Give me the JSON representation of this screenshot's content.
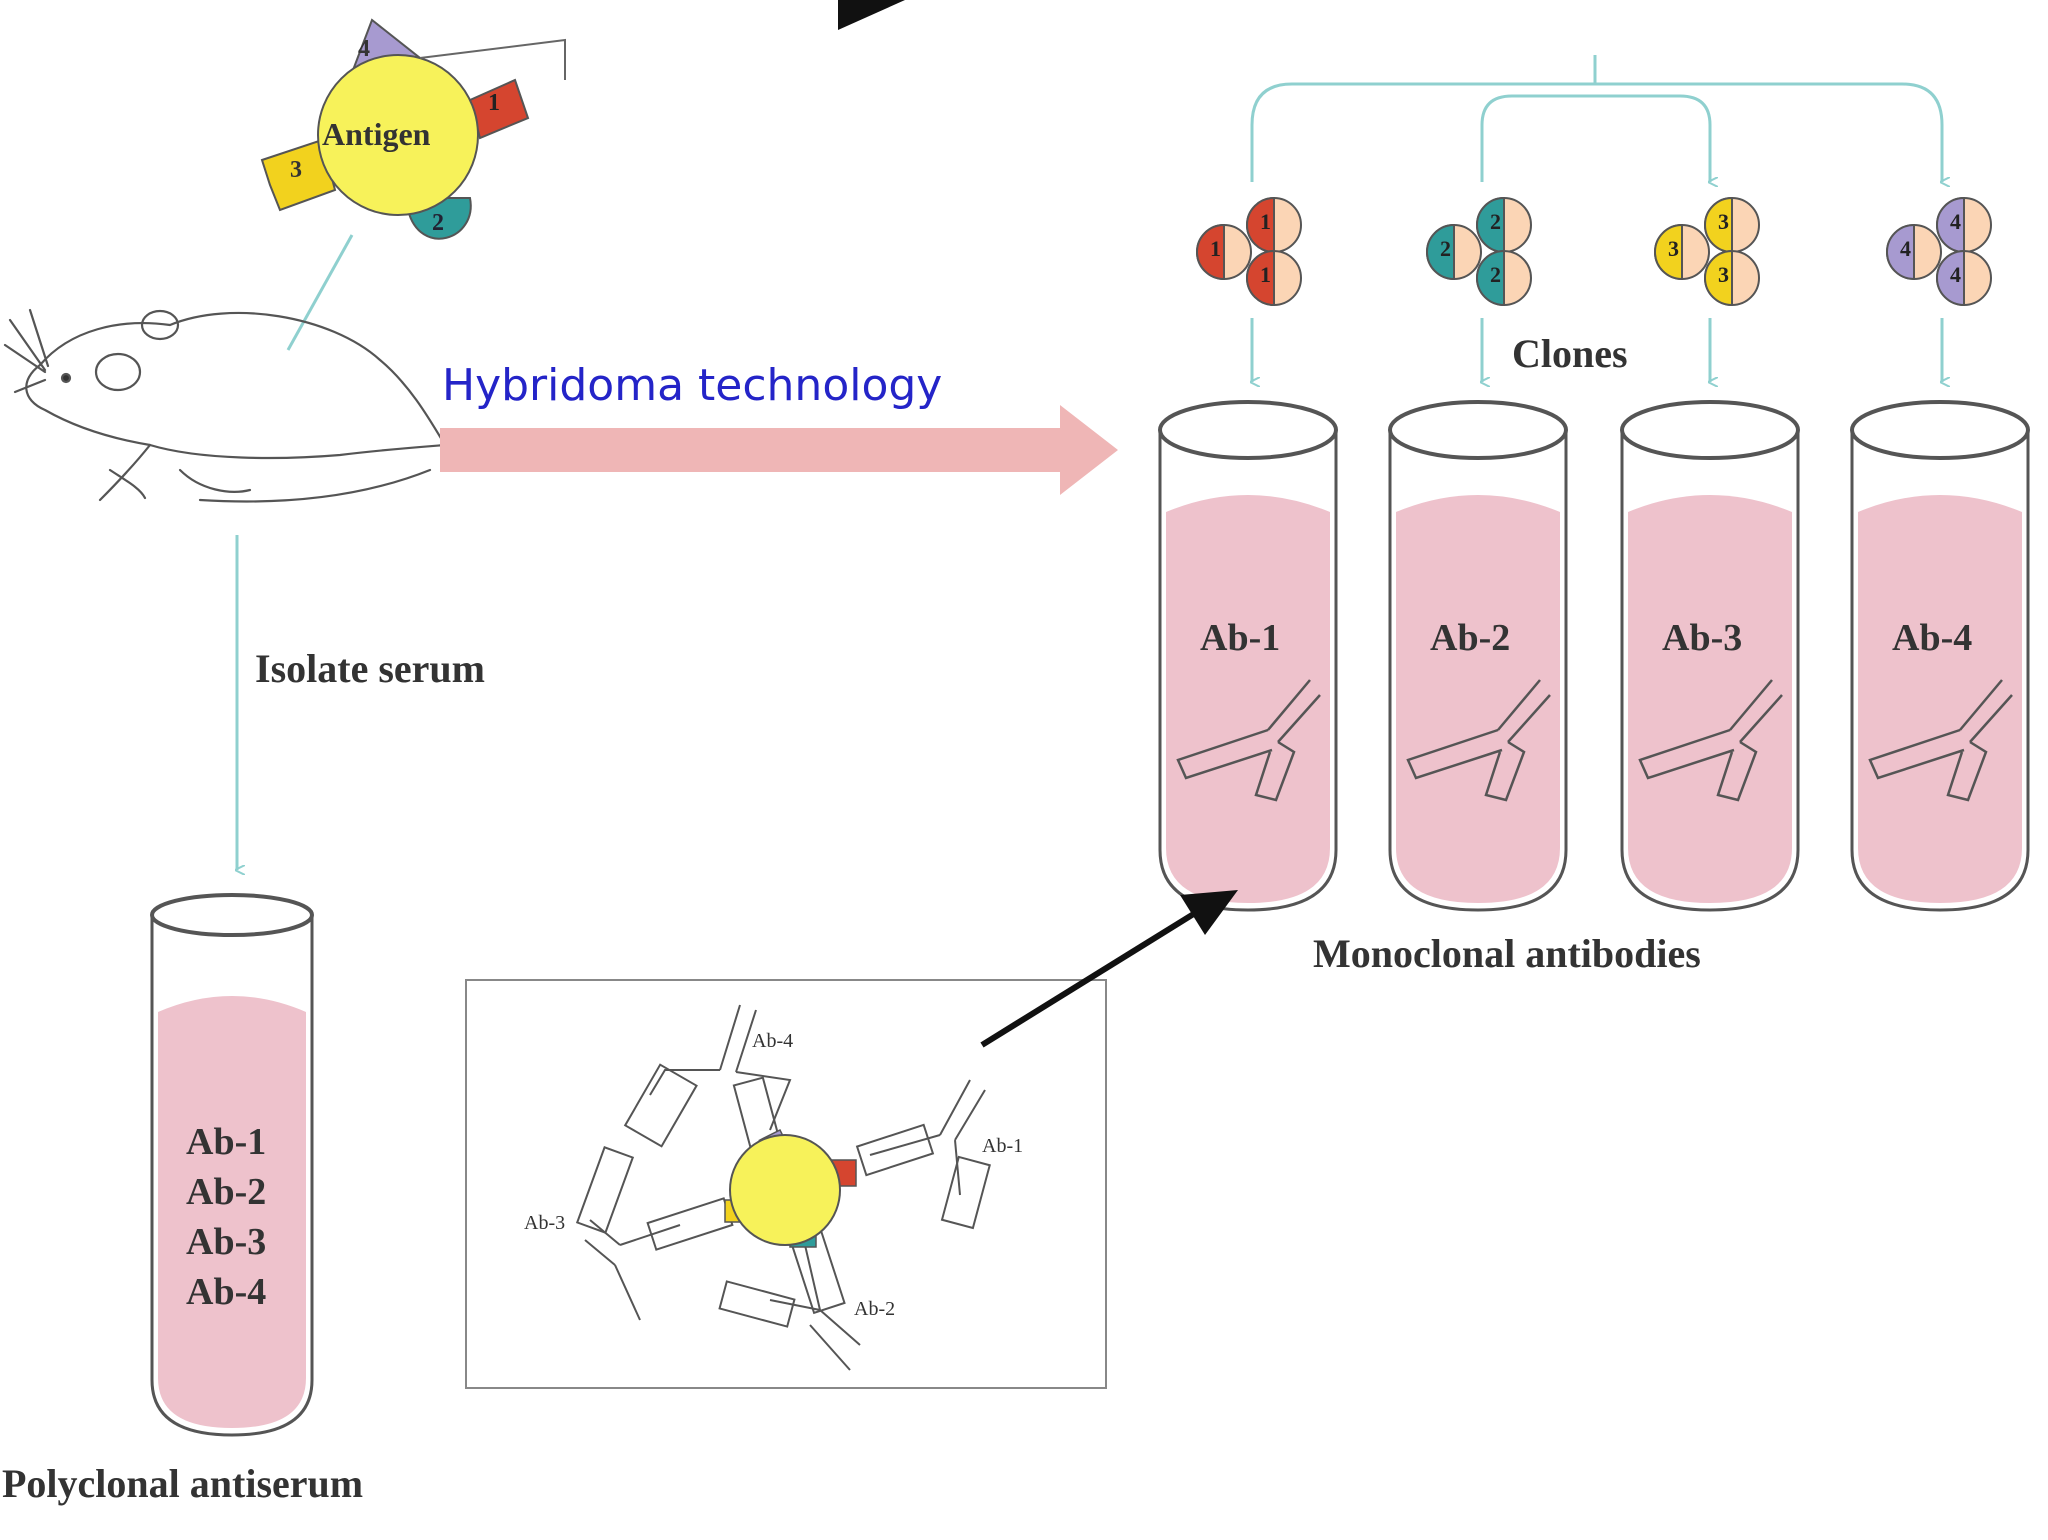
{
  "colors": {
    "clone1": "#d5452f",
    "clone2": "#2f9c9a",
    "clone3": "#f2d21e",
    "clone4": "#a79ad0",
    "antigen": "#f7f25a",
    "serum": "#eec2cc",
    "arrow": "#efb6b6",
    "line": "#8fd0cf",
    "hybridoma_text": "#2424c8"
  },
  "antigen": {
    "label": "Antigen",
    "epitopes": [
      "1",
      "2",
      "3",
      "4"
    ]
  },
  "mouse": {
    "icon": "mouse-icon"
  },
  "flow": {
    "hybridoma": "Hybridoma technology",
    "isolate": "Isolate serum"
  },
  "clones": {
    "label": "Clones",
    "groups": [
      {
        "id": "1",
        "color": "#d5452f"
      },
      {
        "id": "2",
        "color": "#2f9c9a"
      },
      {
        "id": "3",
        "color": "#f2d21e"
      },
      {
        "id": "4",
        "color": "#a79ad0"
      }
    ]
  },
  "monoclonal": {
    "label": "Monoclonal antibodies",
    "tubes": [
      "Ab-1",
      "Ab-2",
      "Ab-3",
      "Ab-4"
    ]
  },
  "polyclonal": {
    "label": "Polyclonal antiserum",
    "contents": [
      "Ab-1",
      "Ab-2",
      "Ab-3",
      "Ab-4"
    ]
  },
  "inset": {
    "labels": [
      "Ab-4",
      "Ab-1",
      "Ab-3",
      "Ab-2"
    ]
  }
}
